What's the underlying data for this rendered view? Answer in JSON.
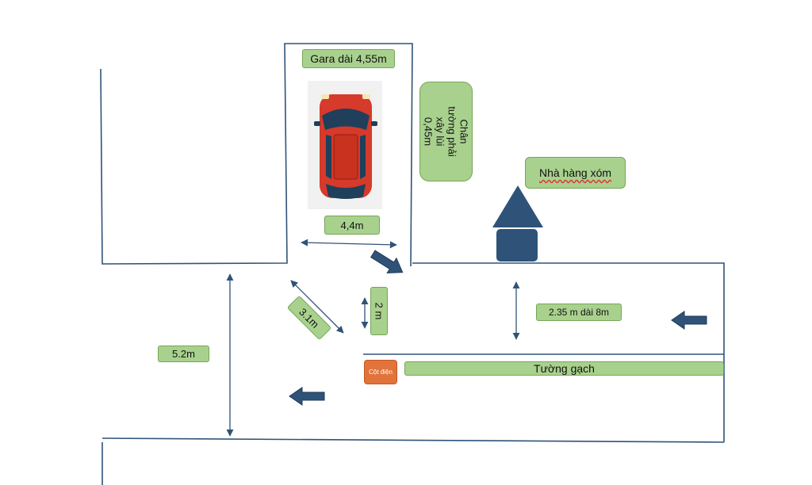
{
  "colors": {
    "line": "#2f5378",
    "label_fill": "#a9d18e",
    "label_border": "#76a556",
    "arrow": "#2f5378",
    "car_body": "#d63a2a",
    "car_glass": "#1f3f5b",
    "electric_pole": "#e2733a"
  },
  "labels": {
    "garage_length": "Gara dài 4,55m",
    "garage_width": "4,4m",
    "wall_setback": "Chân tường phải xây lùi 0,45m",
    "neighbor_house": "Nhà hàng xóm",
    "diagonal": "3.1m",
    "entrance_width": "2 m",
    "alley": "2.35 m dài 8m",
    "main_road_width": "5.2m",
    "brick_wall": "Tường gạch",
    "electric_pole": "Cột điện"
  },
  "icons": {
    "car": "car-top-view-icon",
    "neighbor_house": "house-icon",
    "traffic_arrows": "arrow-icon"
  }
}
